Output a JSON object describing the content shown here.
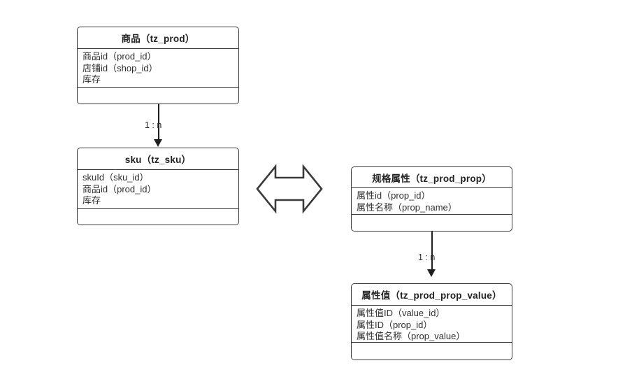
{
  "diagram": {
    "background_color": "#ffffff",
    "line_color": "#3a3a3a",
    "text_color": "#2e2e2e",
    "entities": [
      {
        "id": "tz_prod",
        "title": "商品（tz_prod）",
        "attributes": [
          "商品id（prod_id）",
          "店铺id（shop_id）",
          "库存"
        ],
        "footer": ""
      },
      {
        "id": "tz_sku",
        "title": "sku（tz_sku）",
        "attributes": [
          "skuId（sku_id）",
          "商品id（prod_id）",
          "库存"
        ],
        "footer": ""
      },
      {
        "id": "tz_prod_prop",
        "title": "规格属性（tz_prod_prop）",
        "attributes": [
          "属性id（prop_id）",
          "属性名称（prop_name）"
        ],
        "footer": ""
      },
      {
        "id": "tz_prod_prop_value",
        "title": "属性值（tz_prod_prop_value）",
        "attributes": [
          "属性值ID（value_id）",
          "属性ID（prop_id）",
          "属性值名称（prop_value）"
        ],
        "footer": ""
      }
    ],
    "connectors": [
      {
        "id": "prod-to-sku",
        "label": "1 : n",
        "from": "tz_prod",
        "to": "tz_sku"
      },
      {
        "id": "prop-to-prop-value",
        "label": "1 : n",
        "from": "tz_prod_prop",
        "to": "tz_prod_prop_value"
      }
    ],
    "symbols": [
      {
        "id": "double-headed-arrow",
        "icon": "left-right-arrow-icon"
      }
    ]
  }
}
